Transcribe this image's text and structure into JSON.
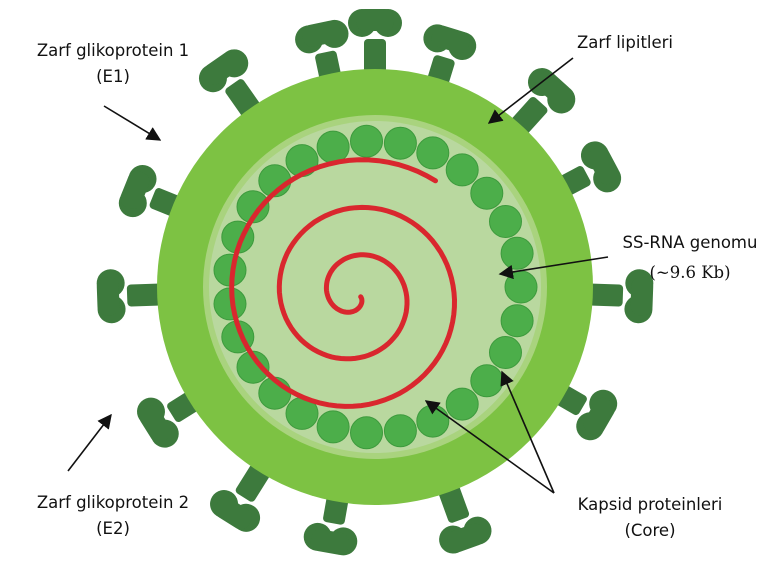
{
  "labels": {
    "e1_line1": "Zarf glikoprotein 1",
    "e1_line2": "(E1)",
    "lipids": "Zarf lipitleri",
    "rna_line1": "SS-RNA genomu",
    "rna_line2": "(~9.6 Kb)",
    "e2_line1": "Zarf glikoprotein 2",
    "e2_line2": "(E2)",
    "capsid_line1": "Kapsid proteinleri",
    "capsid_line2": "(Core)"
  },
  "colors": {
    "envelope": "#7dc243",
    "inner": "#b9d89f",
    "capsid": "#4cae4a",
    "capsid_stroke": "#3d9a3d",
    "glycoprotein": "#3d7a3d",
    "rna": "#d9272e",
    "arrow": "#111111"
  },
  "capsid_count": 27
}
